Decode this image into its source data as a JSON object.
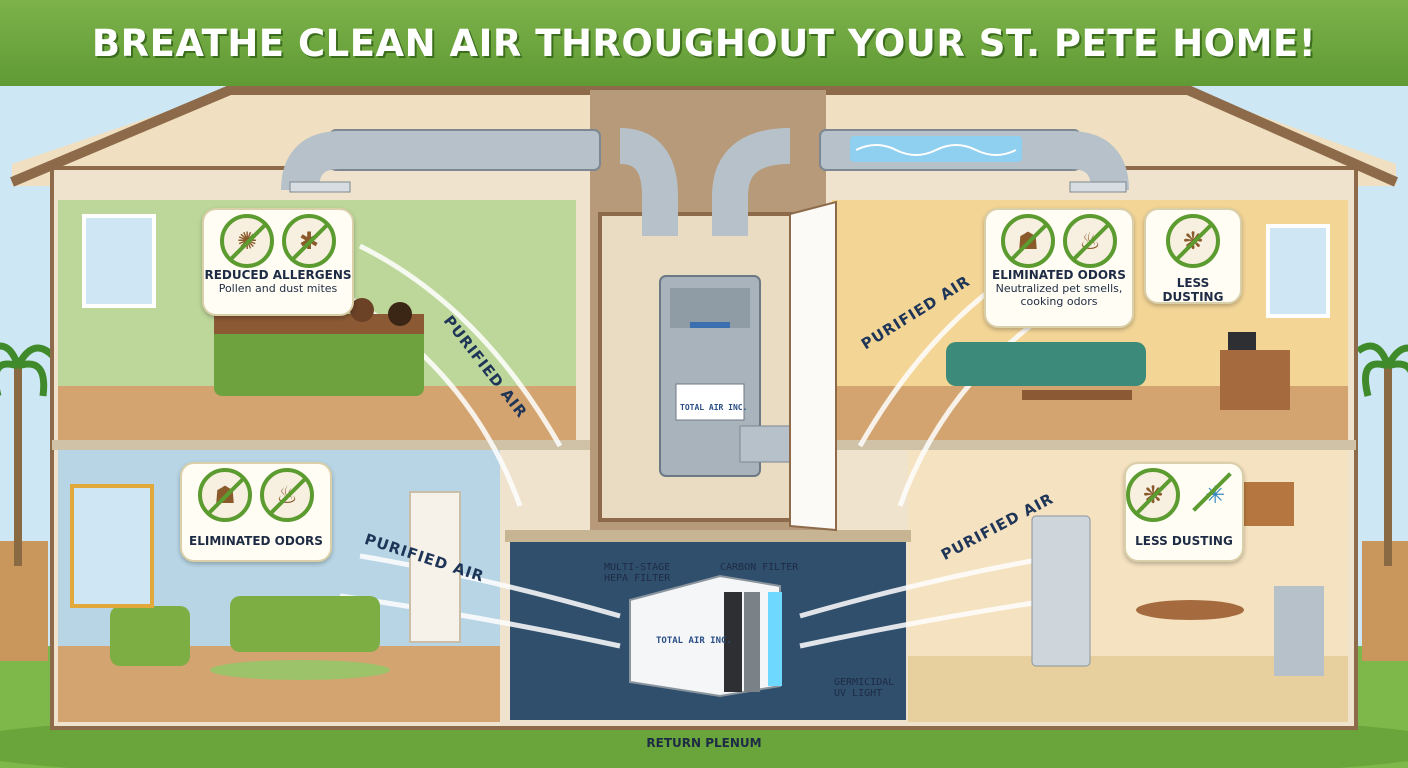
{
  "banner": {
    "title": "BREATHE CLEAN AIR THROUGHOUT YOUR ST. PETE HOME!"
  },
  "badges": {
    "allergens": {
      "title": "REDUCED ALLERGENS",
      "subtitle": "Pollen and dust mites"
    },
    "odors_top": {
      "title": "ELIMINATED ODORS",
      "subtitle_line1": "Neutralized pet smells,",
      "subtitle_line2": "cooking odors"
    },
    "dusting_top": {
      "title": "LESS DUSTING"
    },
    "odors_bottom": {
      "title": "ELIMINATED ODORS"
    },
    "dusting_bottom": {
      "title": "LESS DUSTING"
    }
  },
  "airflow": {
    "purified_label": "PURIFIED AIR"
  },
  "equipment": {
    "furnace_brand": "TOTAL AIR INC.",
    "filter_brand": "TOTAL AIR INC.",
    "hepa_line1": "MULTI-STAGE",
    "hepa_line2": "HEPA FILTER",
    "carbon_label": "CARBON FILTER",
    "uv_line1": "GERMICIDAL",
    "uv_line2": "UV LIGHT",
    "plenum_label": "RETURN PLENUM"
  },
  "colors": {
    "banner": "#6aa53b",
    "badge_ring": "#5c9b2f",
    "text": "#1e2b44"
  }
}
